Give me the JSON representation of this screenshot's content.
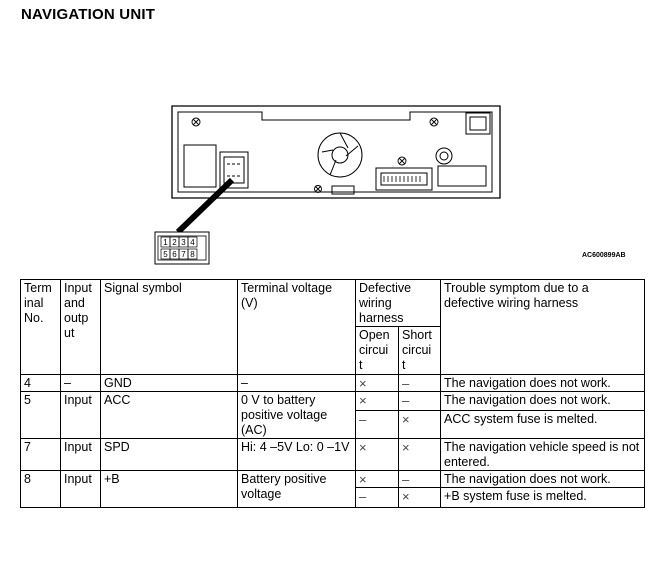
{
  "title": "NAVIGATION UNIT",
  "figure_ref": "AC600899AB",
  "connector_pins": [
    "1",
    "2",
    "3",
    "4",
    "5",
    "6",
    "7",
    "8"
  ],
  "table": {
    "headers": {
      "terminal_no": "Term inal No.",
      "io": "Input and outp ut",
      "signal": "Signal symbol",
      "voltage": "Terminal voltage (V)",
      "defective": "Defective wiring harness",
      "open": "Open circui t",
      "short": "Short circui t",
      "symptom": "Trouble symptom due to a defective wiring harness"
    },
    "rows": [
      {
        "terminal": "4",
        "io": "–",
        "signal": "GND",
        "voltage": "–",
        "sub": [
          {
            "open": "×",
            "short": "–",
            "symptom": "The navigation does not work."
          }
        ]
      },
      {
        "terminal": "5",
        "io": "Input",
        "signal": "ACC",
        "voltage": "0 V to battery positive voltage (AC)",
        "sub": [
          {
            "open": "×",
            "short": "–",
            "symptom": "The navigation does not work."
          },
          {
            "open": "–",
            "short": "×",
            "symptom": "ACC system fuse is melted."
          }
        ]
      },
      {
        "terminal": "7",
        "io": "Input",
        "signal": "SPD",
        "voltage": "Hi: 4 –5V Lo: 0 –1V",
        "sub": [
          {
            "open": "×",
            "short": "×",
            "symptom": "The navigation vehicle speed is not entered."
          }
        ]
      },
      {
        "terminal": "8",
        "io": "Input",
        "signal": "+B",
        "voltage": "Battery positive voltage",
        "sub": [
          {
            "open": "×",
            "short": "–",
            "symptom": "The navigation does not work."
          },
          {
            "open": "–",
            "short": "×",
            "symptom": "+B system fuse is melted."
          }
        ]
      }
    ]
  }
}
